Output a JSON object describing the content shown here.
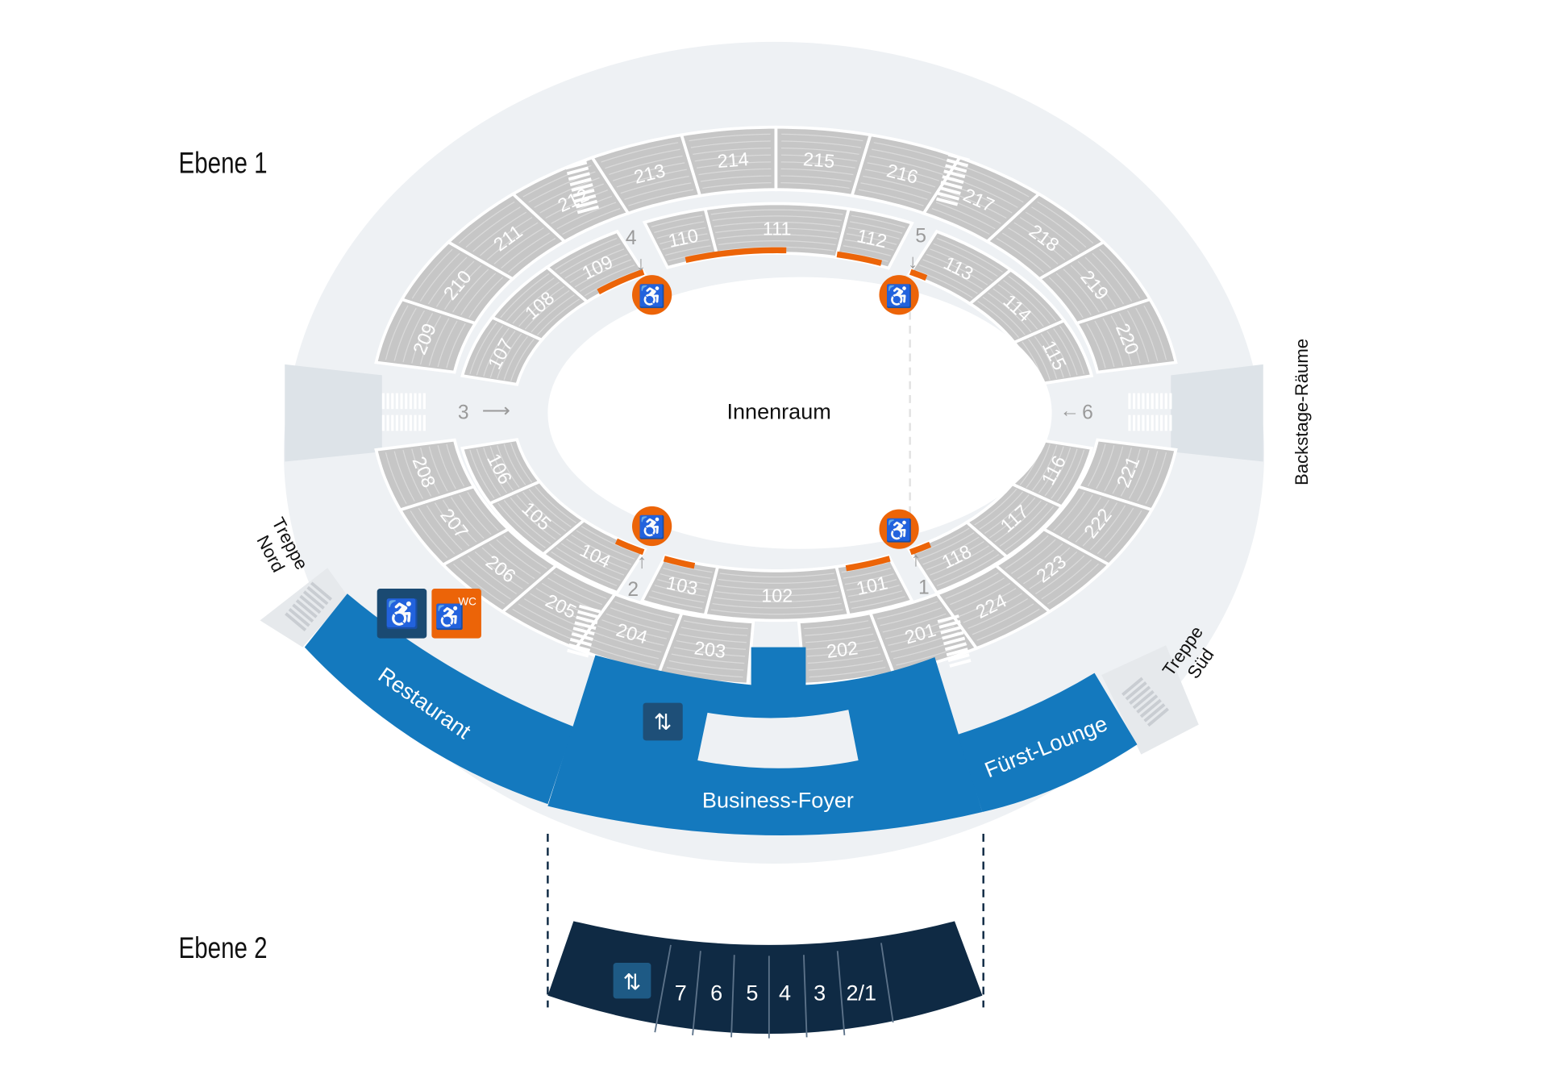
{
  "levels": {
    "level1": "Ebene 1",
    "level2": "Ebene 2"
  },
  "areas": {
    "field": "Innenraum",
    "backstage": "Backstage-Räume",
    "stairs_north": [
      "Treppe",
      "Nord"
    ],
    "stairs_south": [
      "Treppe",
      "Süd"
    ],
    "restaurant": "Restaurant",
    "business_foyer": "Business-Foyer",
    "lounge": "Fürst-Lounge"
  },
  "sections_upper_top": [
    "209",
    "210",
    "211",
    "212",
    "213",
    "214",
    "215",
    "216",
    "217",
    "218",
    "219",
    "220"
  ],
  "sections_upper_bottom": [
    "221",
    "222",
    "223",
    "224",
    "201",
    "202",
    "203",
    "204",
    "205",
    "206",
    "207",
    "208"
  ],
  "sections_lower_top": [
    "107",
    "108",
    "109",
    "110",
    "111",
    "112",
    "113",
    "114",
    "115"
  ],
  "sections_lower_bottom": [
    "116",
    "117",
    "118",
    "101",
    "102",
    "103",
    "104",
    "105",
    "106"
  ],
  "aisles": {
    "a1": "1",
    "a2": "2",
    "a3": "3",
    "a4": "4",
    "a5": "5",
    "a6": "6"
  },
  "level2_boxes": [
    "7",
    "6",
    "5",
    "4",
    "3",
    "2/1"
  ],
  "icons": {
    "wc_label": "WC",
    "wheelchair": "wheelchair-icon",
    "baby": "baby-changing-icon",
    "elevator": "elevator-icon"
  },
  "colors": {
    "blue": "#1479be",
    "navy": "#0f2a44",
    "orange": "#ec6408",
    "seat": "#c6c6c6",
    "shell": "#eef1f4"
  }
}
